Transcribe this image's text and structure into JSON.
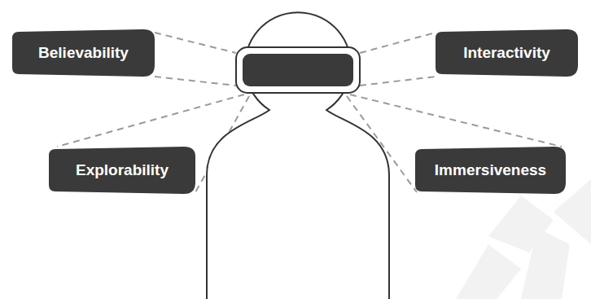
{
  "diagram": {
    "nodes": [
      {
        "text": [
          "Believability"
        ]
      },
      {
        "text": [
          "Interactivity"
        ]
      },
      {
        "text": [
          "Explorability"
        ]
      },
      {
        "text": [
          "Immersiveness"
        ]
      }
    ]
  }
}
